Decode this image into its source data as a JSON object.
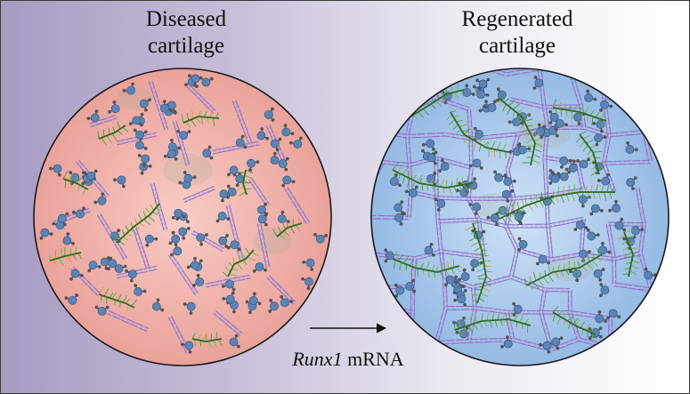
{
  "left_panel": {
    "title_line1": "Diseased",
    "title_line2": "cartilage"
  },
  "right_panel": {
    "title_line1": "Regenerated",
    "title_line2": "cartilage"
  },
  "transition": {
    "label_gene": "Runx1",
    "label_suffix": " mRNA"
  },
  "colors": {
    "diseased_fill": "#f3b8b0",
    "regenerated_fill": "#b6d3f2",
    "collagen": "#8a6fc4",
    "proteoglycan": "#4f9a33",
    "water_oxygen": "#5b84b5",
    "water_hydrogen": "#555555"
  },
  "icons": [
    "collagen-fibril-icon",
    "proteoglycan-aggrecan-icon",
    "water-molecule-icon",
    "chondrocyte-cell-icon"
  ]
}
